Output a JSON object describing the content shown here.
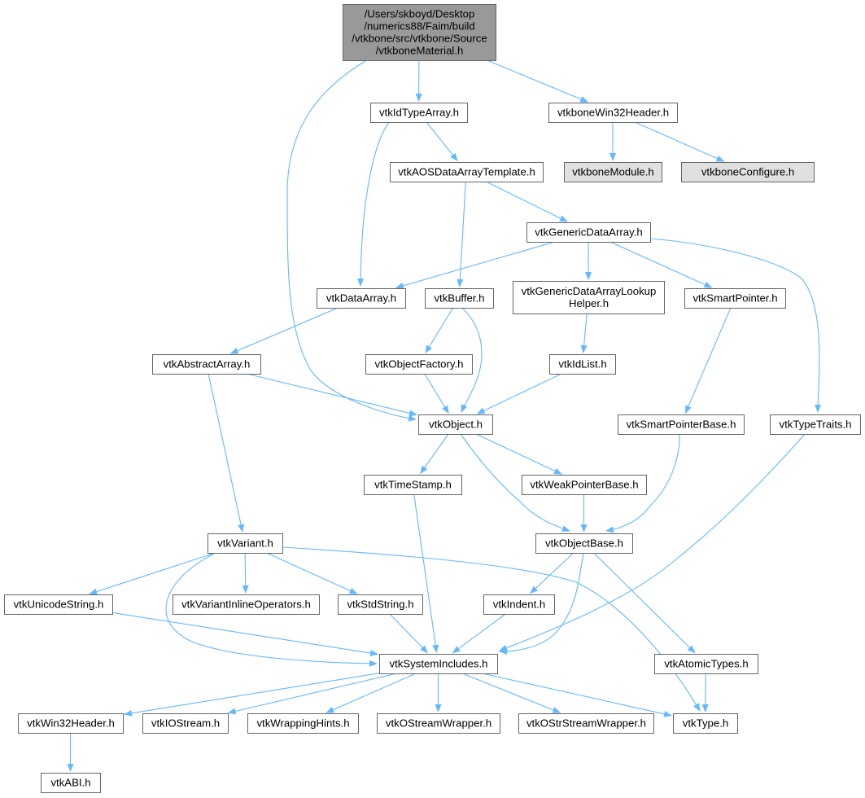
{
  "colors": {
    "edge": "#63b8ff",
    "node_fill": "#ffffff",
    "node_border": "#666666",
    "root_fill": "#999999",
    "external_fill": "#e0e0e0",
    "external_border": "#999999"
  },
  "nodes": [
    {
      "id": "root",
      "lines": [
        "/Users/skboyd/Desktop",
        "/numerics88/Faim/build",
        "/vtkbone/src/vtkbone/Source",
        "/vtkboneMaterial.h"
      ],
      "kind": "root"
    },
    {
      "id": "vtkIdTypeArray",
      "lines": [
        "vtkIdTypeArray.h"
      ],
      "kind": "normal"
    },
    {
      "id": "vtkboneWin32Header",
      "lines": [
        "vtkboneWin32Header.h"
      ],
      "kind": "normal"
    },
    {
      "id": "vtkboneModule",
      "lines": [
        "vtkboneModule.h"
      ],
      "kind": "external"
    },
    {
      "id": "vtkboneConfigure",
      "lines": [
        "vtkboneConfigure.h"
      ],
      "kind": "external"
    },
    {
      "id": "vtkAOSDataArrayTemplate",
      "lines": [
        "vtkAOSDataArrayTemplate.h"
      ],
      "kind": "normal"
    },
    {
      "id": "vtkGenericDataArray",
      "lines": [
        "vtkGenericDataArray.h"
      ],
      "kind": "normal"
    },
    {
      "id": "vtkDataArray",
      "lines": [
        "vtkDataArray.h"
      ],
      "kind": "normal"
    },
    {
      "id": "vtkBuffer",
      "lines": [
        "vtkBuffer.h"
      ],
      "kind": "normal"
    },
    {
      "id": "vtkGenericDataArrayLookupHelper",
      "lines": [
        "vtkGenericDataArrayLookup",
        "Helper.h"
      ],
      "kind": "normal"
    },
    {
      "id": "vtkSmartPointer",
      "lines": [
        "vtkSmartPointer.h"
      ],
      "kind": "normal"
    },
    {
      "id": "vtkAbstractArray",
      "lines": [
        "vtkAbstractArray.h"
      ],
      "kind": "normal"
    },
    {
      "id": "vtkObjectFactory",
      "lines": [
        "vtkObjectFactory.h"
      ],
      "kind": "normal"
    },
    {
      "id": "vtkIdList",
      "lines": [
        "vtkIdList.h"
      ],
      "kind": "normal"
    },
    {
      "id": "vtkObject",
      "lines": [
        "vtkObject.h"
      ],
      "kind": "normal"
    },
    {
      "id": "vtkSmartPointerBase",
      "lines": [
        "vtkSmartPointerBase.h"
      ],
      "kind": "normal"
    },
    {
      "id": "vtkTypeTraits",
      "lines": [
        "vtkTypeTraits.h"
      ],
      "kind": "normal"
    },
    {
      "id": "vtkTimeStamp",
      "lines": [
        "vtkTimeStamp.h"
      ],
      "kind": "normal"
    },
    {
      "id": "vtkWeakPointerBase",
      "lines": [
        "vtkWeakPointerBase.h"
      ],
      "kind": "normal"
    },
    {
      "id": "vtkVariant",
      "lines": [
        "vtkVariant.h"
      ],
      "kind": "normal"
    },
    {
      "id": "vtkObjectBase",
      "lines": [
        "vtkObjectBase.h"
      ],
      "kind": "normal"
    },
    {
      "id": "vtkUnicodeString",
      "lines": [
        "vtkUnicodeString.h"
      ],
      "kind": "normal"
    },
    {
      "id": "vtkVariantInlineOperators",
      "lines": [
        "vtkVariantInlineOperators.h"
      ],
      "kind": "normal"
    },
    {
      "id": "vtkStdString",
      "lines": [
        "vtkStdString.h"
      ],
      "kind": "normal"
    },
    {
      "id": "vtkIndent",
      "lines": [
        "vtkIndent.h"
      ],
      "kind": "normal"
    },
    {
      "id": "vtkSystemIncludes",
      "lines": [
        "vtkSystemIncludes.h"
      ],
      "kind": "normal"
    },
    {
      "id": "vtkAtomicTypes",
      "lines": [
        "vtkAtomicTypes.h"
      ],
      "kind": "normal"
    },
    {
      "id": "vtkWin32Header",
      "lines": [
        "vtkWin32Header.h"
      ],
      "kind": "normal"
    },
    {
      "id": "vtkIOStream",
      "lines": [
        "vtkIOStream.h"
      ],
      "kind": "normal"
    },
    {
      "id": "vtkWrappingHints",
      "lines": [
        "vtkWrappingHints.h"
      ],
      "kind": "normal"
    },
    {
      "id": "vtkOStreamWrapper",
      "lines": [
        "vtkOStreamWrapper.h"
      ],
      "kind": "normal"
    },
    {
      "id": "vtkOStrStreamWrapper",
      "lines": [
        "vtkOStrStreamWrapper.h"
      ],
      "kind": "normal"
    },
    {
      "id": "vtkType",
      "lines": [
        "vtkType.h"
      ],
      "kind": "normal"
    },
    {
      "id": "vtkABI",
      "lines": [
        "vtkABI.h"
      ],
      "kind": "normal"
    }
  ],
  "edges": [
    {
      "from": "root",
      "to": "vtkIdTypeArray"
    },
    {
      "from": "root",
      "to": "vtkboneWin32Header"
    },
    {
      "from": "root",
      "to": "vtkObject"
    },
    {
      "from": "vtkIdTypeArray",
      "to": "vtkAOSDataArrayTemplate"
    },
    {
      "from": "vtkIdTypeArray",
      "to": "vtkDataArray"
    },
    {
      "from": "vtkboneWin32Header",
      "to": "vtkboneModule"
    },
    {
      "from": "vtkboneWin32Header",
      "to": "vtkboneConfigure"
    },
    {
      "from": "vtkAOSDataArrayTemplate",
      "to": "vtkGenericDataArray"
    },
    {
      "from": "vtkAOSDataArrayTemplate",
      "to": "vtkBuffer"
    },
    {
      "from": "vtkGenericDataArray",
      "to": "vtkDataArray"
    },
    {
      "from": "vtkGenericDataArray",
      "to": "vtkGenericDataArrayLookupHelper"
    },
    {
      "from": "vtkGenericDataArray",
      "to": "vtkSmartPointer"
    },
    {
      "from": "vtkGenericDataArray",
      "to": "vtkTypeTraits"
    },
    {
      "from": "vtkDataArray",
      "to": "vtkAbstractArray"
    },
    {
      "from": "vtkBuffer",
      "to": "vtkObjectFactory"
    },
    {
      "from": "vtkBuffer",
      "to": "vtkObject"
    },
    {
      "from": "vtkGenericDataArrayLookupHelper",
      "to": "vtkIdList"
    },
    {
      "from": "vtkSmartPointer",
      "to": "vtkSmartPointerBase"
    },
    {
      "from": "vtkAbstractArray",
      "to": "vtkObject"
    },
    {
      "from": "vtkAbstractArray",
      "to": "vtkVariant"
    },
    {
      "from": "vtkObjectFactory",
      "to": "vtkObject"
    },
    {
      "from": "vtkIdList",
      "to": "vtkObject"
    },
    {
      "from": "vtkObject",
      "to": "vtkTimeStamp"
    },
    {
      "from": "vtkObject",
      "to": "vtkWeakPointerBase"
    },
    {
      "from": "vtkObject",
      "to": "vtkObjectBase"
    },
    {
      "from": "vtkSmartPointerBase",
      "to": "vtkObjectBase"
    },
    {
      "from": "vtkTypeTraits",
      "to": "vtkSystemIncludes"
    },
    {
      "from": "vtkTimeStamp",
      "to": "vtkSystemIncludes"
    },
    {
      "from": "vtkWeakPointerBase",
      "to": "vtkObjectBase"
    },
    {
      "from": "vtkVariant",
      "to": "vtkUnicodeString"
    },
    {
      "from": "vtkVariant",
      "to": "vtkVariantInlineOperators"
    },
    {
      "from": "vtkVariant",
      "to": "vtkStdString"
    },
    {
      "from": "vtkVariant",
      "to": "vtkSystemIncludes"
    },
    {
      "from": "vtkVariant",
      "to": "vtkType"
    },
    {
      "from": "vtkObjectBase",
      "to": "vtkIndent"
    },
    {
      "from": "vtkObjectBase",
      "to": "vtkSystemIncludes"
    },
    {
      "from": "vtkObjectBase",
      "to": "vtkAtomicTypes"
    },
    {
      "from": "vtkUnicodeString",
      "to": "vtkSystemIncludes"
    },
    {
      "from": "vtkStdString",
      "to": "vtkSystemIncludes"
    },
    {
      "from": "vtkIndent",
      "to": "vtkSystemIncludes"
    },
    {
      "from": "vtkAtomicTypes",
      "to": "vtkType"
    },
    {
      "from": "vtkSystemIncludes",
      "to": "vtkWin32Header"
    },
    {
      "from": "vtkSystemIncludes",
      "to": "vtkIOStream"
    },
    {
      "from": "vtkSystemIncludes",
      "to": "vtkWrappingHints"
    },
    {
      "from": "vtkSystemIncludes",
      "to": "vtkOStreamWrapper"
    },
    {
      "from": "vtkSystemIncludes",
      "to": "vtkOStrStreamWrapper"
    },
    {
      "from": "vtkSystemIncludes",
      "to": "vtkType"
    },
    {
      "from": "vtkWin32Header",
      "to": "vtkABI"
    }
  ]
}
